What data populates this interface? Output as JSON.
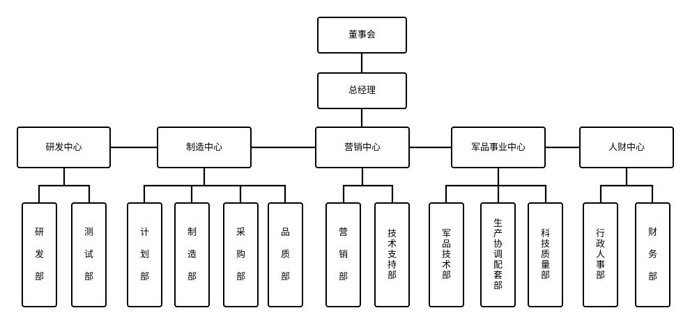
{
  "board": "董事会",
  "gm": "总经理",
  "centers": {
    "rnd": "研发中心",
    "mfg": "制造中心",
    "sales": "营销中心",
    "mil": "军品事业中心",
    "hr": "人财中心"
  },
  "depts": {
    "rnd_dev": "研发部",
    "rnd_test": "测试部",
    "mfg_plan": "计划部",
    "mfg_make": "制造部",
    "mfg_purchase": "采购部",
    "mfg_quality": "品质部",
    "sales_market": "营销部",
    "sales_support": "技术支持部",
    "mil_tech": "军品技术部",
    "mil_coord": "生产协调配套部",
    "mil_qa": "科技质量部",
    "hr_admin": "行政人事部",
    "hr_finance": "财务部"
  }
}
